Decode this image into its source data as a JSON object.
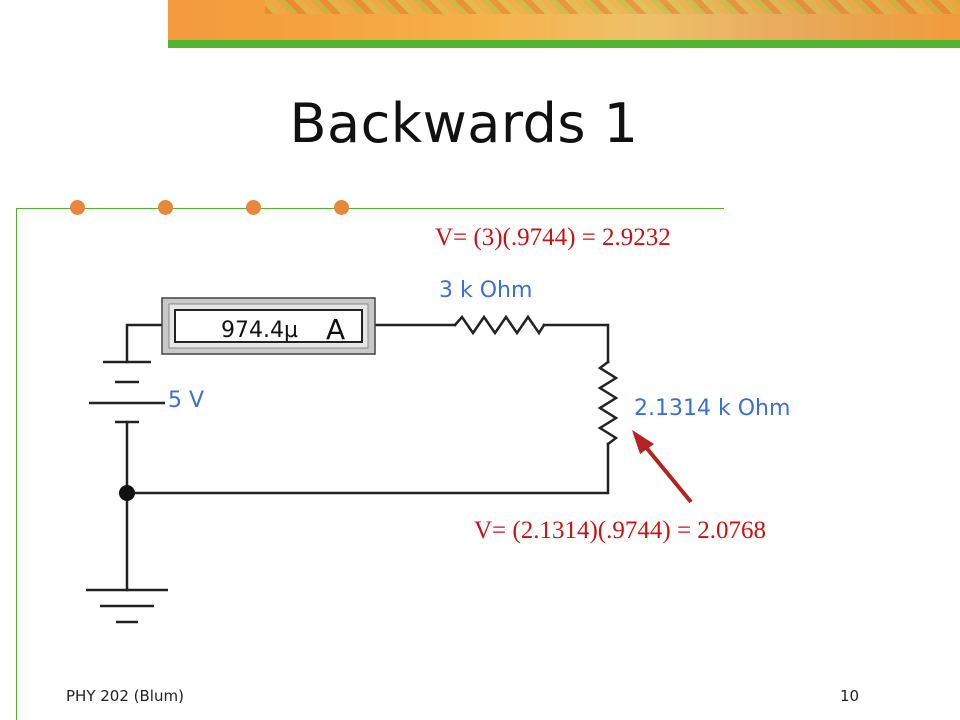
{
  "slide": {
    "title": "Backwards 1",
    "footer_left": "PHY 202 (Blum)",
    "footer_right": "10"
  },
  "circuit": {
    "ammeter_reading": "974.4µ",
    "ammeter_unit": "A",
    "battery_label": "5 V",
    "resistor1_label": "3 k Ohm",
    "resistor2_label": "2.1314 k Ohm"
  },
  "annotations": {
    "v1": "V= (3)(.9744) = 2.9232",
    "v2": "V= (2.1314)(.9744) = 2.0768"
  },
  "colors": {
    "accent_orange": "#e8863a",
    "accent_green": "#52b530",
    "label_blue": "#3b6fd8",
    "annotation_red": "#cc1111",
    "arrow_red": "#b52222"
  }
}
